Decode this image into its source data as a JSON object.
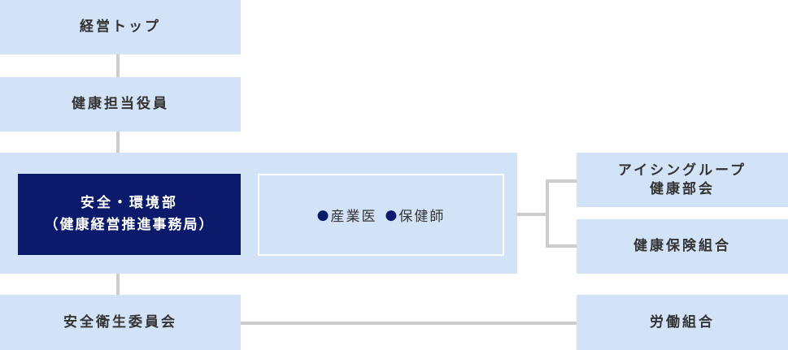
{
  "diagram": {
    "top_management": "経営トップ",
    "health_officer": "健康担当役員",
    "safety_env_dept": {
      "line1": "安全・環境部",
      "line2": "（健康経営推進事務局）"
    },
    "medical_staff": {
      "bullet": "●",
      "item1": "産業医",
      "item2": "保健師"
    },
    "aisin_group_health": {
      "line1": "アイシングループ",
      "line2": "健康部会"
    },
    "health_insurance": "健康保険組合",
    "safety_committee": "安全衛生委員会",
    "labor_union": "労働組合"
  },
  "colors": {
    "box_bg": "#d3e3f7",
    "navy": "#0b1a6b",
    "connector": "#cccccc",
    "text": "#333333"
  }
}
